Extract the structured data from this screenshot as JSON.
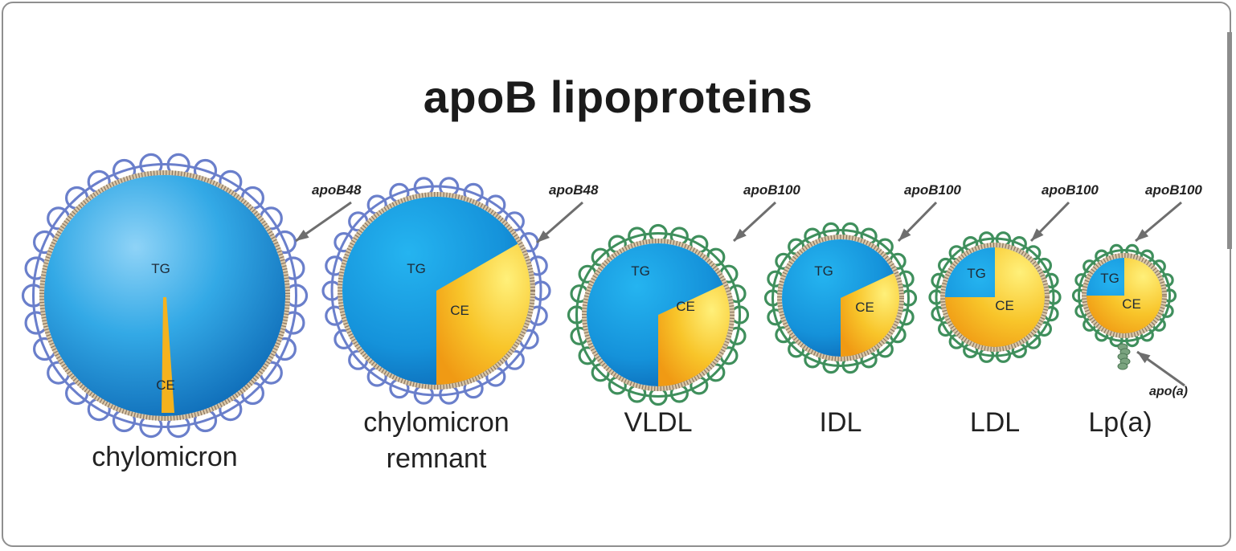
{
  "title": "apoB lipoproteins",
  "colors": {
    "apoB48_ring": "#6a7fcb",
    "apoB100_ring": "#3f8f5c",
    "tg_core": "#1e9be0",
    "ce_core": "#f5b21e",
    "membrane": "#d9c7a8",
    "arrow": "#6e6e6e"
  },
  "particles": [
    {
      "id": "chylomicron",
      "name_lines": [
        "chylomicron"
      ],
      "tg_label": "TG",
      "ce_label": "CE",
      "apo_label": "apoB48",
      "ring": "apoB48"
    },
    {
      "id": "chylomicron-remnant",
      "name_lines": [
        "chylomicron",
        "remnant"
      ],
      "tg_label": "TG",
      "ce_label": "CE",
      "apo_label": "apoB48",
      "ring": "apoB48"
    },
    {
      "id": "vldl",
      "name_lines": [
        "VLDL"
      ],
      "tg_label": "TG",
      "ce_label": "CE",
      "apo_label": "apoB100",
      "ring": "apoB100"
    },
    {
      "id": "idl",
      "name_lines": [
        "IDL"
      ],
      "tg_label": "TG",
      "ce_label": "CE",
      "apo_label": "apoB100",
      "ring": "apoB100"
    },
    {
      "id": "ldl",
      "name_lines": [
        "LDL"
      ],
      "tg_label": "TG",
      "ce_label": "CE",
      "apo_label": "apoB100",
      "ring": "apoB100"
    },
    {
      "id": "lpa",
      "name_lines": [
        "Lp(a)"
      ],
      "tg_label": "TG",
      "ce_label": "CE",
      "apo_label": "apoB100",
      "ring": "apoB100",
      "extra_label": "apo(a)"
    }
  ]
}
